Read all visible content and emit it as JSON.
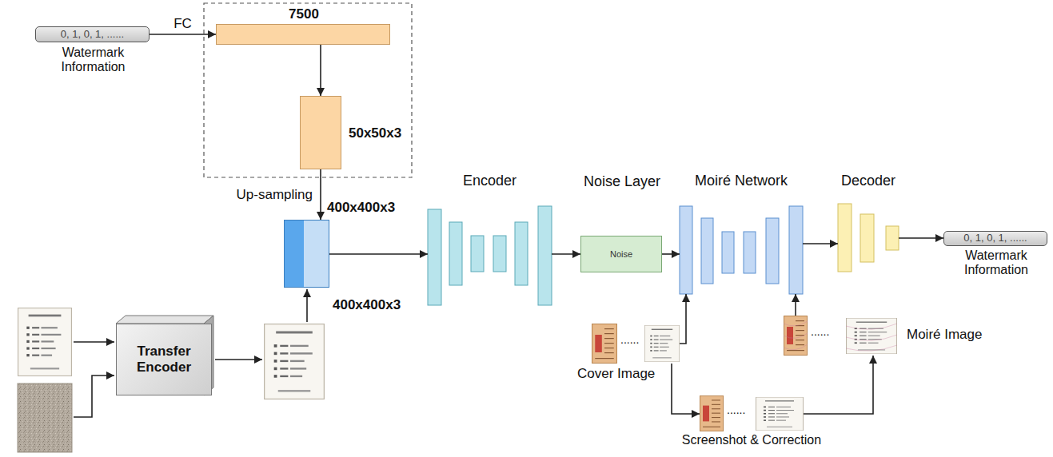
{
  "diagram": {
    "nodes": [
      {
        "text": [
          "0, 1, 0, 1, ......",
          "Watermark Information"
        ]
      },
      {
        "text": [
          "7500"
        ]
      },
      {
        "text": [
          "50x50x3"
        ]
      },
      {
        "text": [
          "Transfer Encoder"
        ]
      },
      {
        "text": [
          "400x400x3",
          "400x400x3"
        ]
      },
      {
        "text": [
          "Encoder"
        ]
      },
      {
        "text": [
          "Noise Layer",
          "Noise"
        ]
      },
      {
        "text": [
          "Moiré Network"
        ]
      },
      {
        "text": [
          "Decoder"
        ]
      },
      {
        "text": [
          "0, 1, 0, 1, ......",
          "Watermark Information"
        ]
      },
      {
        "text": [
          "......",
          "Cover Image"
        ]
      },
      {
        "text": [
          "......",
          "Screenshot & Correction"
        ]
      },
      {
        "text": [
          "......",
          "Moiré Image"
        ]
      }
    ],
    "edges": [
      {
        "from": 0,
        "to": 1,
        "label": "FC",
        "arrow": "to"
      },
      {
        "from": 1,
        "to": 2,
        "arrow": "to"
      },
      {
        "from": 2,
        "to": 4,
        "label": "Up-sampling",
        "arrow": "to"
      },
      {
        "from": 4,
        "to": 5,
        "arrow": "to"
      },
      {
        "from": 5,
        "to": 6,
        "arrow": "to"
      },
      {
        "from": 6,
        "to": 7,
        "arrow": "to"
      },
      {
        "from": 7,
        "to": 8,
        "arrow": "to"
      },
      {
        "from": 8,
        "to": 9,
        "arrow": "to"
      },
      {
        "from": 10,
        "to": 7,
        "arrow": "to"
      },
      {
        "from": 10,
        "to": 11,
        "arrow": "to"
      },
      {
        "from": 11,
        "to": 12,
        "arrow": "to"
      },
      {
        "from": 12,
        "to": 7,
        "arrow": "to"
      }
    ]
  }
}
